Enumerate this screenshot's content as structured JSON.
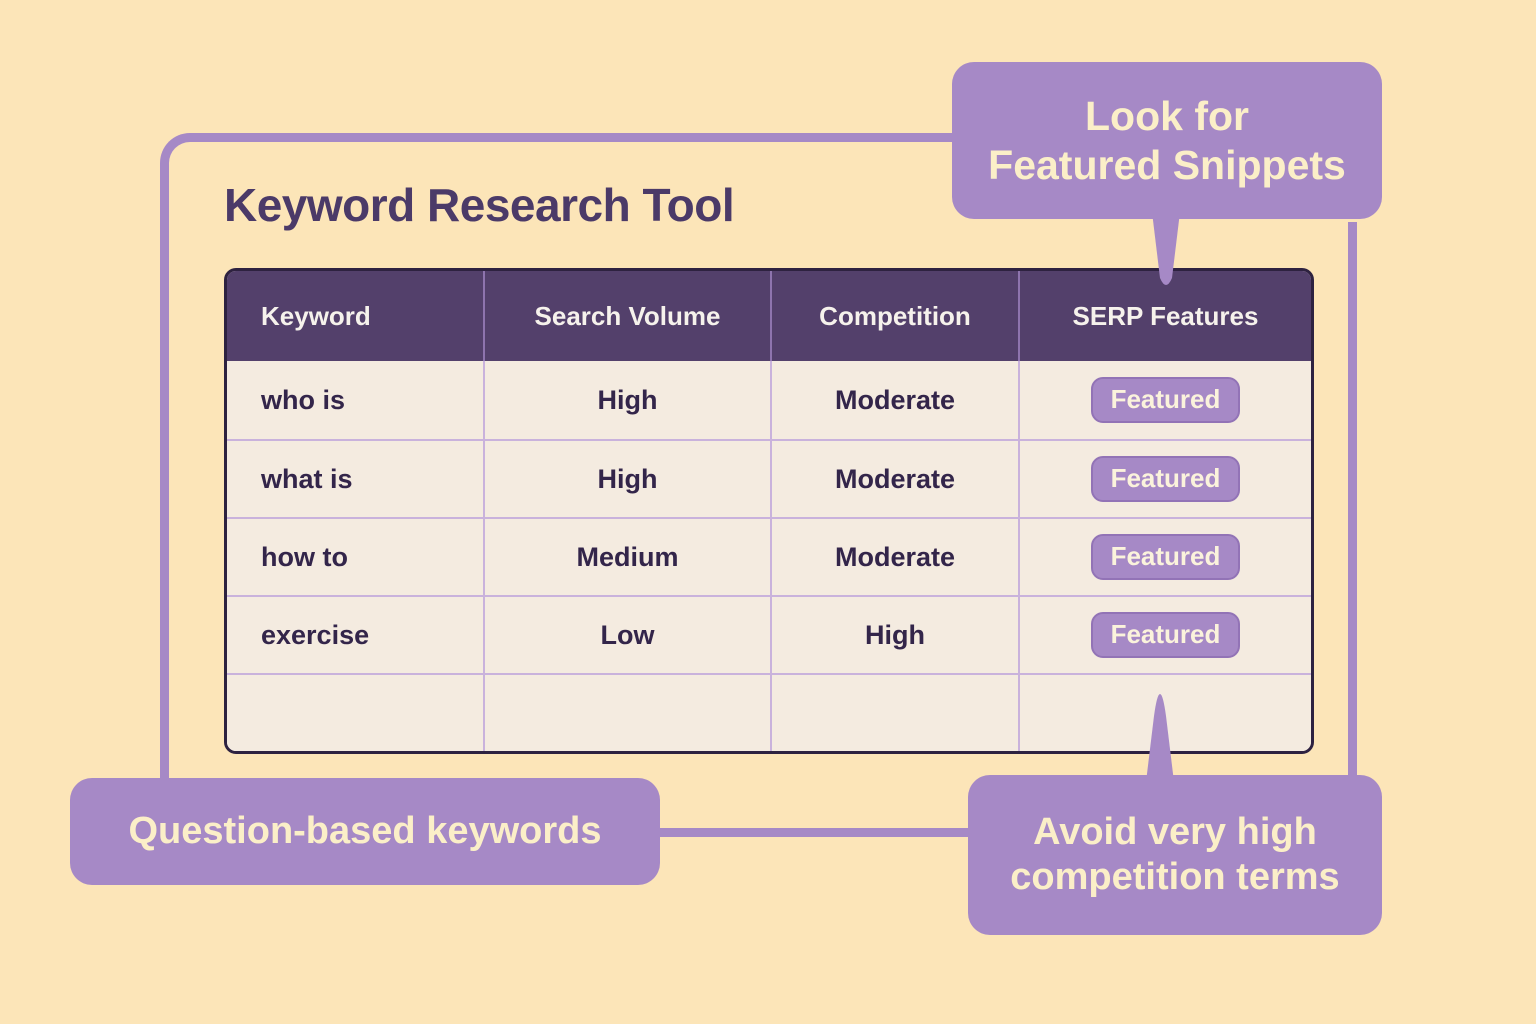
{
  "page": {
    "title": "Keyword Research Tool",
    "background_color": "#FCE5B8",
    "accent_color": "#A689C6",
    "header_color": "#53406B",
    "table_body_color": "#F4EBE0",
    "border_color": "#2E2240"
  },
  "table": {
    "columns": [
      "Keyword",
      "Search Volume",
      "Competition",
      "SERP Features"
    ],
    "rows": [
      {
        "keyword": "who is",
        "volume": "High",
        "competition": "Moderate",
        "serp": "Featured"
      },
      {
        "keyword": "what is",
        "volume": "High",
        "competition": "Moderate",
        "serp": "Featured"
      },
      {
        "keyword": "how to",
        "volume": "Medium",
        "competition": "Moderate",
        "serp": "Featured"
      },
      {
        "keyword": "exercise",
        "volume": "Low",
        "competition": "High",
        "serp": "Featured"
      },
      {
        "keyword": "",
        "volume": "",
        "competition": "",
        "serp": ""
      }
    ]
  },
  "callouts": {
    "snippets": {
      "line1": "Look for",
      "line2": "Featured Snippets"
    },
    "question": {
      "line1": "Question-based keywords"
    },
    "avoid": {
      "line1": "Avoid very high",
      "line2": "competition terms"
    }
  }
}
